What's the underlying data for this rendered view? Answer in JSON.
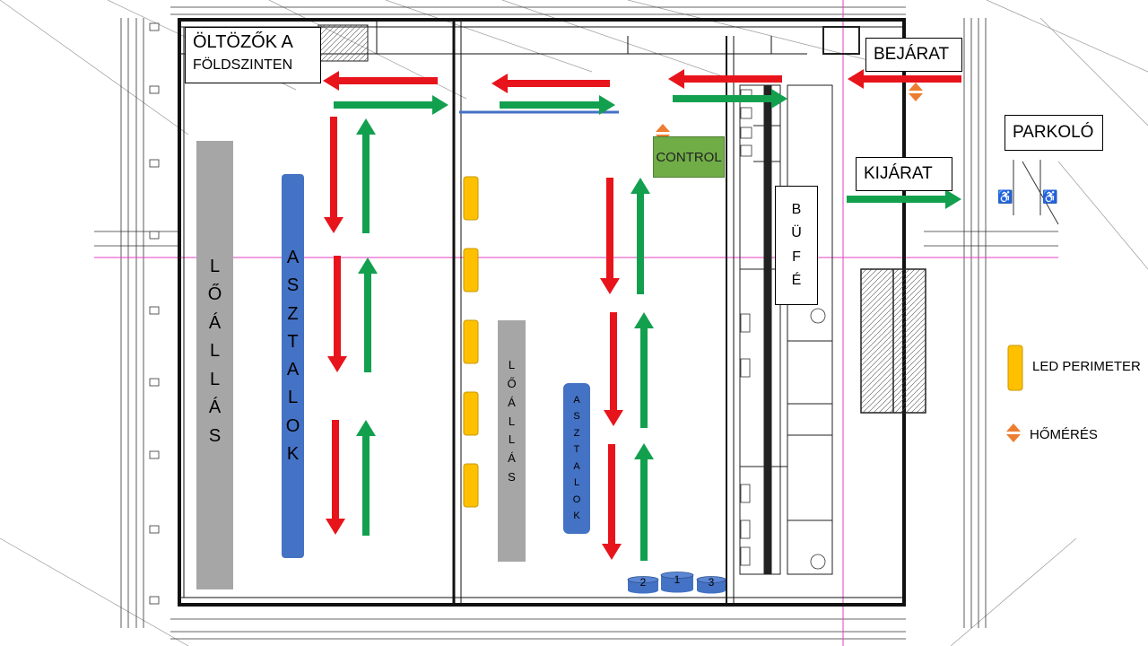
{
  "colors": {
    "red_arrow": "#e8141b",
    "green_arrow": "#12a04f",
    "tables": "#4472c4",
    "shooting": "#a6a6a6",
    "led": "#ffc000",
    "control": "#70ad47",
    "thermo": "#ed7d31"
  },
  "labels": {
    "locker": "ÖLTÖZŐK A",
    "locker_sub": "FÖLDSZINTEN",
    "entrance": "BEJÁRAT",
    "parking": "PARKOLÓ",
    "exit": "KIJÁRAT",
    "control": "CONTROL",
    "buffet": [
      "B",
      "Ü",
      "F",
      "É"
    ],
    "shooting_left": [
      "L",
      "Ő",
      "Á",
      "L",
      "L",
      "Á",
      "S"
    ],
    "tables_left": [
      "A",
      "S",
      "Z",
      "T",
      "A",
      "L",
      "O",
      "K"
    ],
    "shooting_mid": [
      "L",
      "Ő",
      "Á",
      "L",
      "L",
      "Á",
      "S"
    ],
    "tables_mid": [
      "A",
      "S",
      "Z",
      "T",
      "A",
      "L",
      "O",
      "K"
    ]
  },
  "podium": [
    "2",
    "1",
    "3"
  ],
  "legend": {
    "led": "LED PERIMETER",
    "thermo": "HŐMÉRÉS"
  },
  "icons": {
    "wheelchair": "wheelchair-icon",
    "thermometer": "thermometer-marker-icon",
    "led": "led-perimeter-icon"
  }
}
